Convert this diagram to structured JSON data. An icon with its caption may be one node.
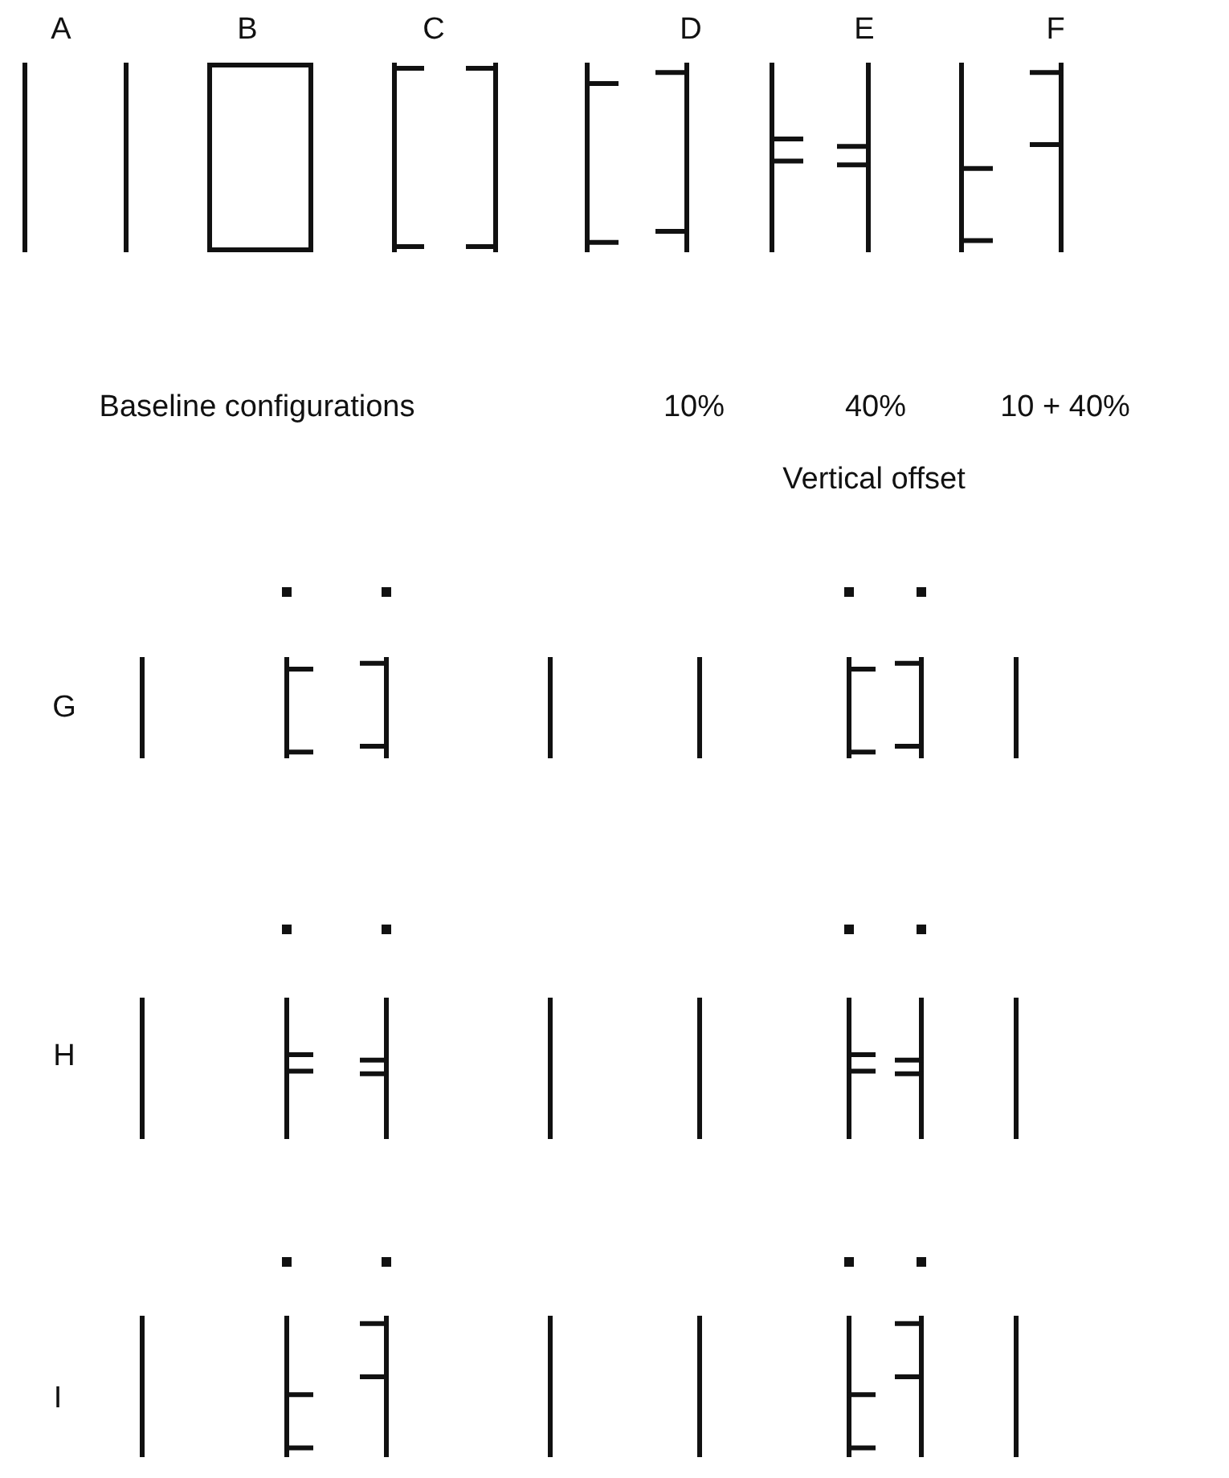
{
  "diagram": {
    "labels": [
      "A",
      "B",
      "C",
      "D",
      "E",
      "F",
      "Baseline configurations",
      "10%",
      "40%",
      "10 + 40%",
      "Vertical offset",
      "G",
      "H",
      "I"
    ]
  }
}
